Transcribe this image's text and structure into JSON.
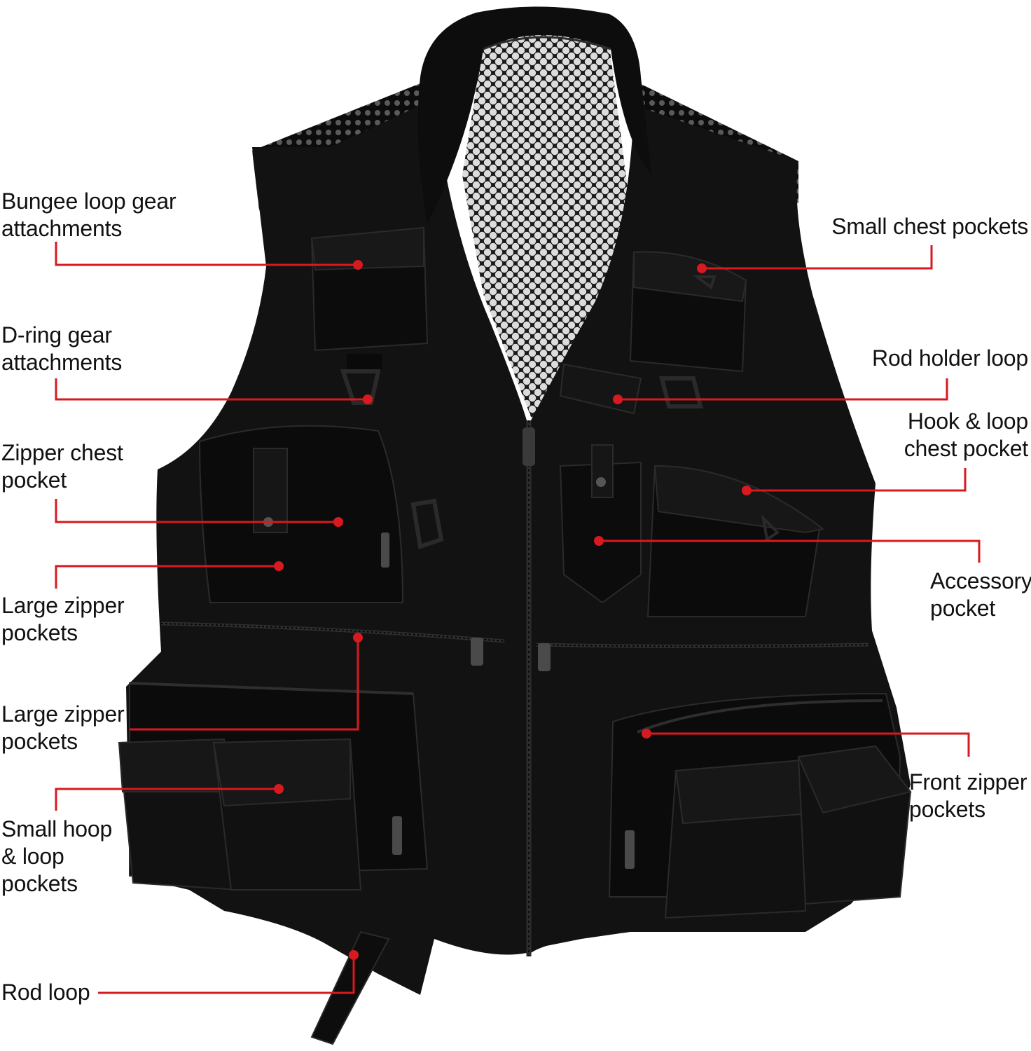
{
  "colors": {
    "leader_line": "#d71920",
    "vest": "#111111",
    "vest_shadow": "#050505",
    "vest_highlight": "#2a2a2a",
    "mesh": "#d6d6d6",
    "text": "#111111",
    "background": "#ffffff"
  },
  "labels": {
    "bungee_loop": "Bungee loop gear\nattachments",
    "d_ring": "D-ring gear\nattachments",
    "zipper_chest": "Zipper chest\npocket",
    "large_zipper_1": "Large zipper\npockets",
    "large_zipper_2": "Large zipper\npockets",
    "small_hoop": "Small hoop\n& loop\npockets",
    "rod_loop": "Rod loop",
    "small_chest": "Small chest pockets",
    "rod_holder": "Rod holder loop",
    "hook_loop_chest": "Hook & loop\nchest pocket",
    "accessory": "Accessory\npocket",
    "front_zipper": "Front zipper\npockets"
  },
  "icons": {
    "vest": "fishing-vest-illustration",
    "callout_dot": "red-dot-marker"
  }
}
